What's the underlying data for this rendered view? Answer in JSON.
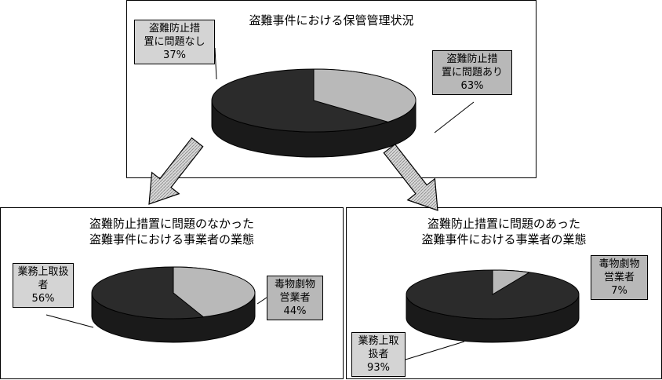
{
  "chart_data": [
    {
      "type": "pie",
      "title": "盗難事件における保管管理状況",
      "slices": [
        {
          "label_lines": [
            "盗難防止措",
            "置に問題なし"
          ],
          "percent_text": "37%",
          "value": 37
        },
        {
          "label_lines": [
            "盗難防止措",
            "置に問題あり"
          ],
          "percent_text": "63%",
          "value": 63
        }
      ]
    },
    {
      "type": "pie",
      "title_lines": [
        "盗難防止措置に問題のなかった",
        "盗難事件における事業者の業態"
      ],
      "slices": [
        {
          "label_lines": [
            "業務上取扱",
            "者"
          ],
          "percent_text": "56%",
          "value": 56
        },
        {
          "label_lines": [
            "毒物劇物",
            "営業者"
          ],
          "percent_text": "44%",
          "value": 44
        }
      ]
    },
    {
      "type": "pie",
      "title_lines": [
        "盗難防止措置に問題のあった",
        "盗難事件における事業者の業態"
      ],
      "slices": [
        {
          "label_lines": [
            "業務上取",
            "扱者"
          ],
          "percent_text": "93%",
          "value": 93
        },
        {
          "label_lines": [
            "毒物劇物",
            "営業者"
          ],
          "percent_text": "7%",
          "value": 7
        }
      ]
    }
  ],
  "colors": {
    "dark_slice": "#2b2b2b",
    "light_slice": "#b9b9b9",
    "arrow_fill": "#d8d8d8"
  }
}
